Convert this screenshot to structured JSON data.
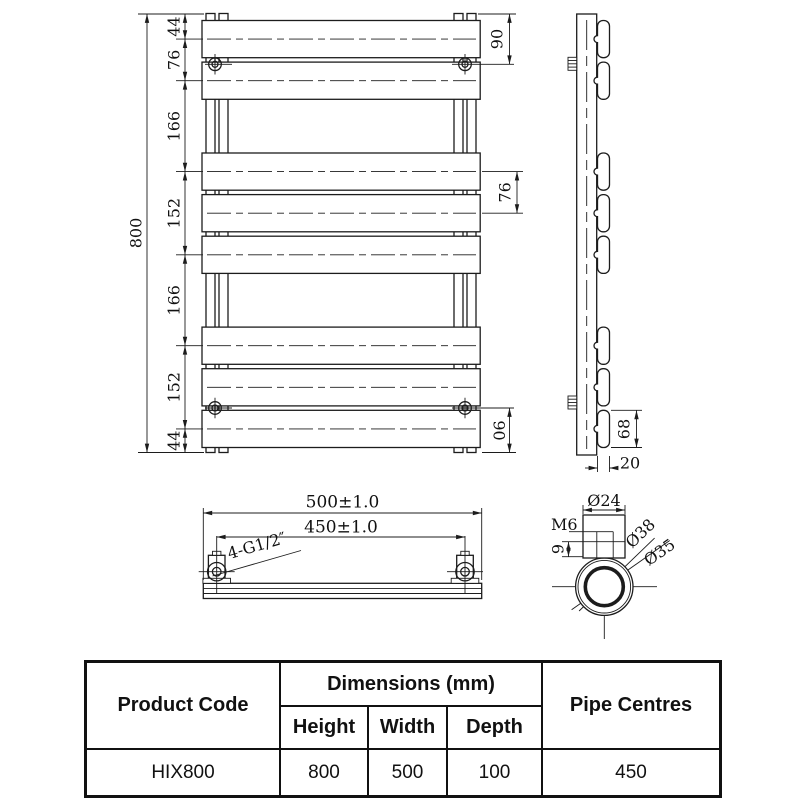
{
  "front": {
    "dim800": "800",
    "chain": [
      "44",
      "76",
      "166",
      "152",
      "166",
      "152",
      "44"
    ],
    "d90top": "90",
    "d76": "76",
    "d90bottom": "90"
  },
  "side": {
    "d68": "68",
    "d20": "20"
  },
  "bottom": {
    "d500": "500±1.0",
    "d450": "450±1.0",
    "thread": "4-G1/2″"
  },
  "detail": {
    "d24": "Ø24",
    "m6": "M6",
    "d9": "9",
    "d38": "Ø38",
    "d35": "Ø35"
  },
  "table": {
    "product_code_h": "Product Code",
    "dimensions_h": "Dimensions (mm)",
    "height_h": "Height",
    "width_h": "Width",
    "depth_h": "Depth",
    "pipe_centres_h": "Pipe Centres",
    "row": {
      "code": "HIX800",
      "height": "800",
      "width": "500",
      "depth": "100",
      "pipe": "450"
    }
  },
  "colors": {
    "line": "#1c1c1c",
    "text": "#111111",
    "background": "#ffffff"
  }
}
